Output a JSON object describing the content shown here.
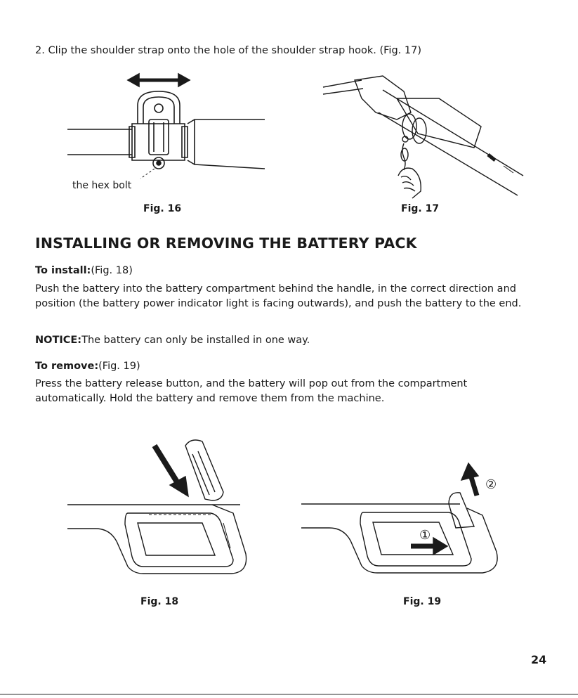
{
  "step2": "2. Clip the shoulder strap onto the hole of the shoulder strap hook. (Fig. 17)",
  "figures": {
    "fig16": {
      "label": "Fig. 16",
      "callout": "the hex bolt"
    },
    "fig17": {
      "label": "Fig. 17"
    },
    "fig18": {
      "label": "Fig. 18"
    },
    "fig19": {
      "label": "Fig. 19",
      "marker1": "①",
      "marker2": "②"
    }
  },
  "section_heading": "INSTALLING OR REMOVING THE BATTERY PACK",
  "install": {
    "heading": "To install:",
    "ref": "(Fig. 18)",
    "body": "Push the battery into the battery compartment behind the handle, in the correct direction and position (the battery power indicator light is facing outwards), and push the battery to the end."
  },
  "notice": {
    "label": "NOTICE:",
    "text": "The battery can only be installed in one way."
  },
  "remove": {
    "heading": "To remove:",
    "ref": "(Fig. 19)",
    "body": "Press the battery release button, and the battery will pop out from the compartment automatically. Hold the battery and remove them from the machine."
  },
  "page_number": "24"
}
